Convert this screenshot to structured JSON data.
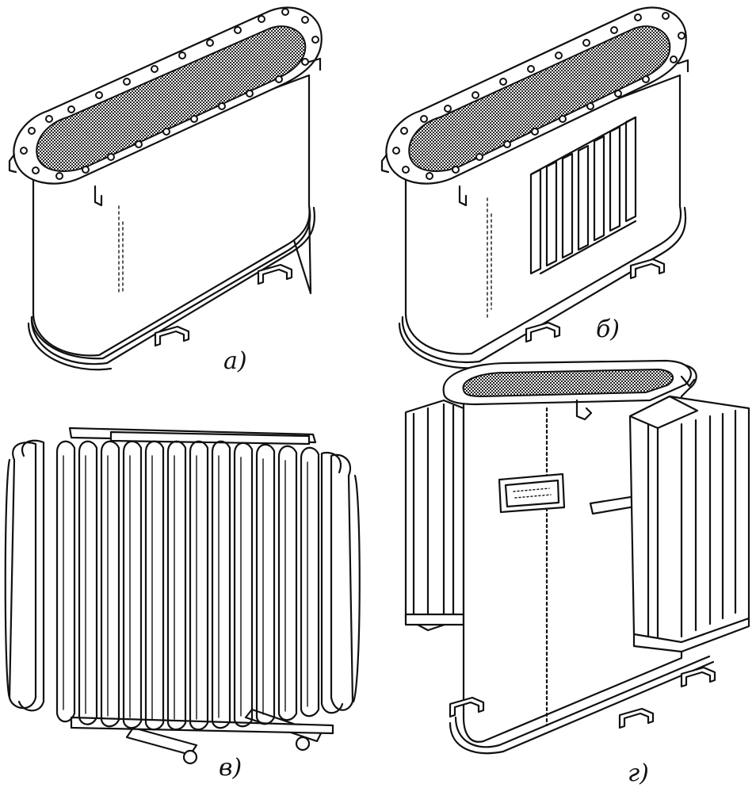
{
  "figures": [
    {
      "id": "a",
      "label": "а)"
    },
    {
      "id": "b",
      "label": "б)"
    },
    {
      "id": "v",
      "label": "в)"
    },
    {
      "id": "g",
      "label": "г)"
    }
  ]
}
